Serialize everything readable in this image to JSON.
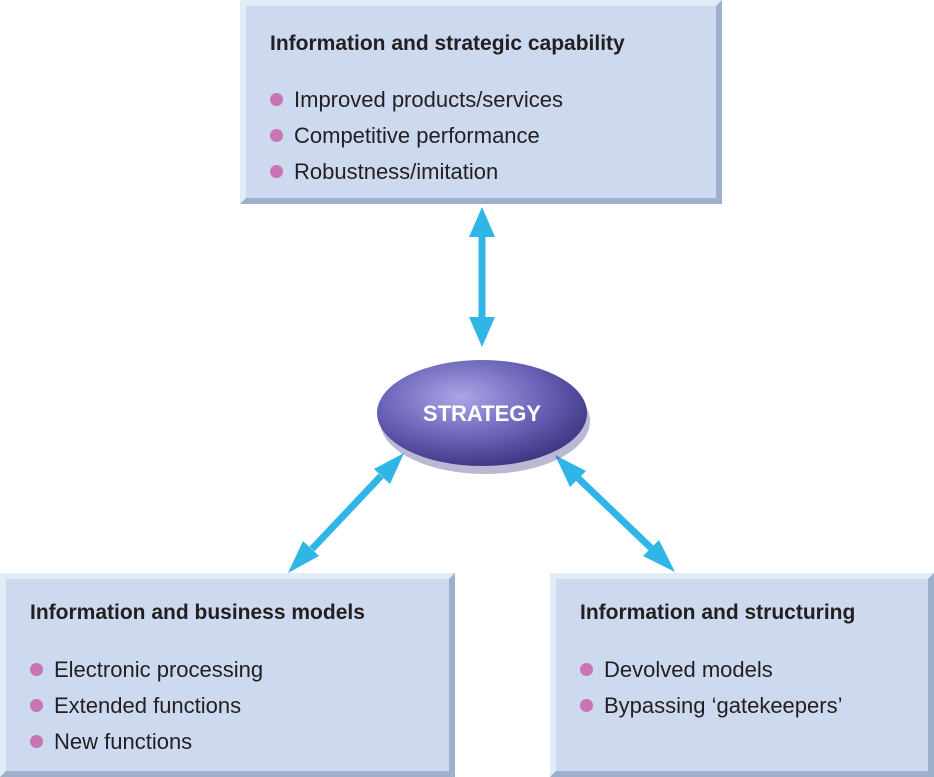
{
  "panels": {
    "top": {
      "title": "Information and strategic capability",
      "items": [
        "Improved products/services",
        "Competitive performance",
        "Robustness/imitation"
      ]
    },
    "bottom_left": {
      "title": "Information and business models",
      "items": [
        "Electronic processing",
        "Extended functions",
        "New functions"
      ]
    },
    "bottom_right": {
      "title": "Information and structuring",
      "items": [
        "Devolved models",
        "Bypassing ‘gatekeepers’"
      ]
    }
  },
  "center": {
    "label": "STRATEGY"
  },
  "colors": {
    "panel_fill": "#cdd9ee",
    "arrow": "#2fb5e6",
    "bullet": "#c974b5",
    "ellipse": "#6a63b8"
  }
}
